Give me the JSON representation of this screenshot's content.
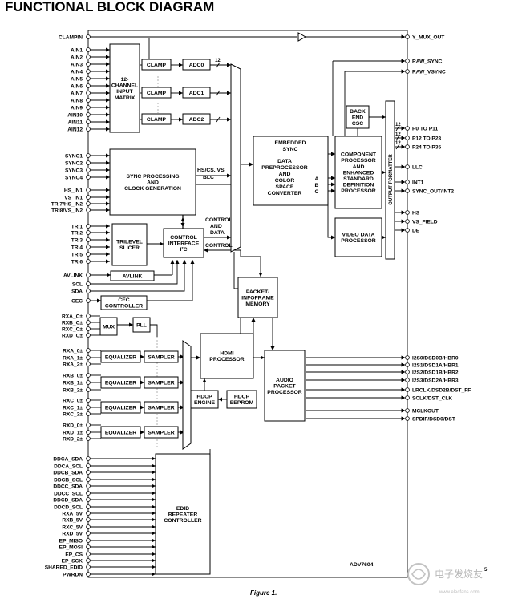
{
  "header": {
    "title": "FUNCTIONAL BLOCK DIAGRAM"
  },
  "caption": "Figure 1.",
  "chip_name": "ADV7604",
  "watermark": "电子发烧友",
  "watermark_url": "www.elecfans.com",
  "page_mark": "5",
  "left_pins": {
    "clampin": "CLAMPIN",
    "ain": [
      "AIN1",
      "AIN2",
      "AIN3",
      "AIN4",
      "AIN5",
      "AIN6",
      "AIN7",
      "AIN8",
      "AIN9",
      "AIN10",
      "AIN11",
      "AIN12"
    ],
    "sync": [
      "SYNC1",
      "SYNC2",
      "SYNC3",
      "SYNC4",
      "HS_IN1",
      "VS_IN1",
      "TRI7/HS_IN2",
      "TRI8/VS_IN2"
    ],
    "tri": [
      "TRI1",
      "TRI2",
      "TRI3",
      "TRI4",
      "TRI5",
      "TRI6"
    ],
    "avlink": "AVLINK",
    "scl": "SCL",
    "sda": "SDA",
    "cec": "CEC",
    "rx_clk": [
      "RXA_C±",
      "RXB_C±",
      "RXC_C±",
      "RXD_C±"
    ],
    "rxa": [
      "RXA_0±",
      "RXA_1±",
      "RXA_2±"
    ],
    "rxb": [
      "RXB_0±",
      "RXB_1±",
      "RXB_2±"
    ],
    "rxc": [
      "RXC_0±",
      "RXC_1±",
      "RXC_2±"
    ],
    "rxd": [
      "RXD_0±",
      "RXD_1±",
      "RXD_2±"
    ],
    "edid": [
      "DDCA_SDA",
      "DDCA_SCL",
      "DDCB_SDA",
      "DDCB_SCL",
      "DDCC_SDA",
      "DDCC_SCL",
      "DDCD_SDA",
      "DDCD_SCL",
      "RXA_5V",
      "RXB_5V",
      "RXC_5V",
      "RXD_5V",
      "EP_MISO",
      "EP_MOSI",
      "EP_CS",
      "EP_SCK",
      "SHARED_EDID",
      "PWRDN"
    ]
  },
  "right_pins": {
    "y_mux": "Y_MUX_OUT",
    "raw_sync": "RAW_SYNC",
    "raw_vsync": "RAW_VSYNC",
    "p0": "P0 TO P11",
    "p12": "P12 TO P23",
    "p24": "P24 TO P35",
    "llc": "LLC",
    "int1": "INT1",
    "sync_out": "SYNC_OUT/INT2",
    "hs": "HS",
    "vs": "VS_FIELD",
    "de": "DE",
    "i2s": [
      "I2S0/DSD0B/HBR0",
      "I2S1/DSD1A/HBR1",
      "I2S2/DSD1B/HBR2",
      "I2S3/DSD2A/HBR3"
    ],
    "lrclk": "LRCLK/DSD2B/DST_FF",
    "sclk": "SCLK/DST_CLK",
    "mclk": "MCLKOUT",
    "spdif": "SPDIF/DSD0/DST"
  },
  "bus_width": "12",
  "blocks": {
    "matrix": [
      "12-",
      "CHANNEL",
      "INPUT",
      "MATRIX"
    ],
    "clamp": "CLAMP",
    "adc": [
      "ADC0",
      "ADC1",
      "ADC2"
    ],
    "sync_proc": [
      "SYNC PROCESSING",
      "AND",
      "CLOCK GENERATION"
    ],
    "hs_vs": "HS/CS, VS",
    "blc": "BLC",
    "trilevel": [
      "TRILEVEL",
      "SLICER"
    ],
    "control_if": [
      "CONTROL",
      "INTERFACE",
      "I²C"
    ],
    "control_data_1": [
      "CONTROL",
      "AND",
      "DATA"
    ],
    "control_label": "CONTROL",
    "avlink_block": "AVLINK",
    "cec_ctrl": [
      "CEC",
      "CONTROLLER"
    ],
    "mux": "MUX",
    "pll": "PLL",
    "equalizer": "EQUALIZER",
    "sampler": "SAMPLER",
    "hdmi": [
      "HDMI",
      "PROCESSOR"
    ],
    "packet": [
      "PACKET/",
      "INFOFRAME",
      "MEMORY"
    ],
    "hdcp_engine": [
      "HDCP",
      "ENGINE"
    ],
    "hdcp_eeprom": [
      "HDCP",
      "EEPROM"
    ],
    "audio": [
      "AUDIO",
      "PACKET",
      "PROCESSOR"
    ],
    "edid": [
      "EDID",
      "REPEATER",
      "CONTROLLER"
    ],
    "embedded_sync": [
      "EMBEDDED",
      "SYNC"
    ],
    "data_pre": [
      "DATA",
      "PREPROCESSOR",
      "AND",
      "COLOR",
      "SPACE",
      "CONVERTER"
    ],
    "abc": [
      "A",
      "B",
      "C"
    ],
    "backend": [
      "BACK",
      "END",
      "CSC"
    ],
    "component": [
      "COMPONENT",
      "PROCESSOR",
      "AND",
      "ENHANCED",
      "STANDARD",
      "DEFINITION",
      "PROCESSOR"
    ],
    "video_data": [
      "VIDEO DATA",
      "PROCESSOR"
    ],
    "output_formatter": "OUTPUT FORMATTER"
  }
}
